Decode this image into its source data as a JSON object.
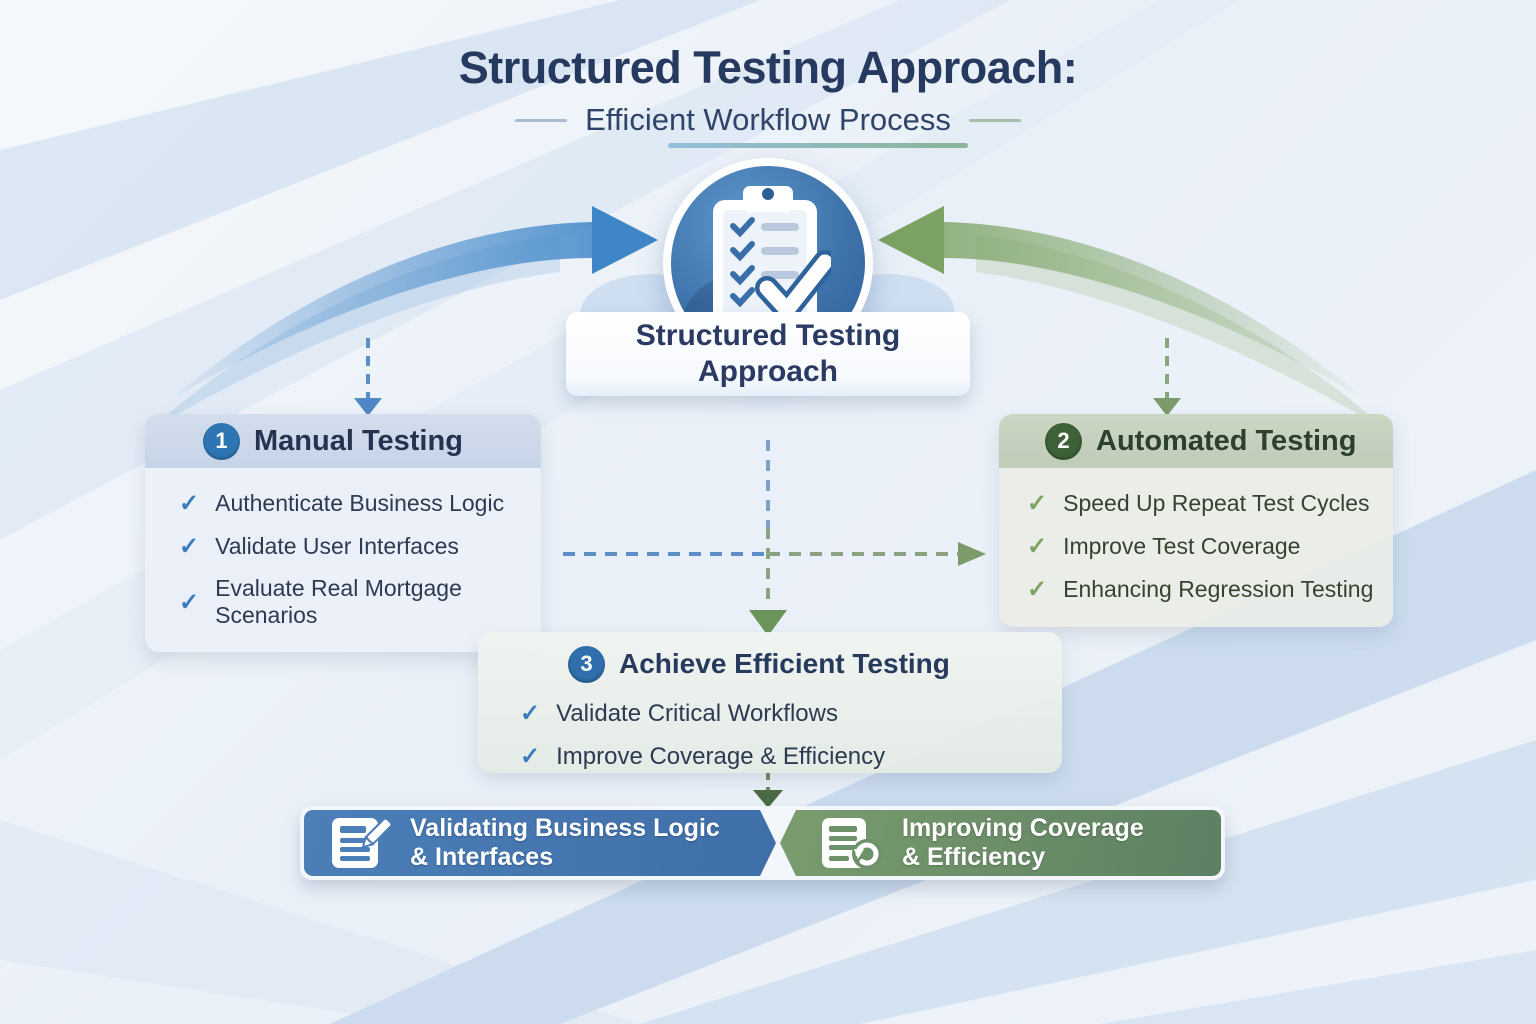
{
  "header": {
    "title": "Structured Testing Approach:",
    "subtitle": "Efficient Workflow Process"
  },
  "center": {
    "icon": "clipboard-check-icon",
    "label_line1": "Structured Testing",
    "label_line2": "Approach"
  },
  "boxes": {
    "manual": {
      "number": "1",
      "title": "Manual Testing",
      "items": [
        "Authenticate Business Logic",
        "Validate User Interfaces",
        "Evaluate Real Mortgage Scenarios"
      ]
    },
    "automated": {
      "number": "2",
      "title": "Automated Testing",
      "items": [
        "Speed Up Repeat Test Cycles",
        "Improve Test Coverage",
        "Enhancing Regression Testing"
      ]
    },
    "achieve": {
      "number": "3",
      "title": "Achieve Efficient Testing",
      "items": [
        "Validate Critical Workflows",
        "Improve Coverage & Efficiency"
      ]
    }
  },
  "banner": {
    "left": {
      "line1": "Validating Business Logic",
      "line2": "& Interfaces",
      "icon": "document-edit-icon"
    },
    "right": {
      "line1": "Improving Coverage",
      "line2": "& Efficiency",
      "icon": "document-sync-icon"
    }
  },
  "colors": {
    "navy_text": "#26395e",
    "accent_blue": "#3a7bbd",
    "accent_green": "#6f9655",
    "manual_header_bg": "#ccd8ea",
    "automated_header_bg": "#c5d1bd",
    "banner_blue": "#4c7eb7",
    "banner_green": "#6d9168"
  }
}
